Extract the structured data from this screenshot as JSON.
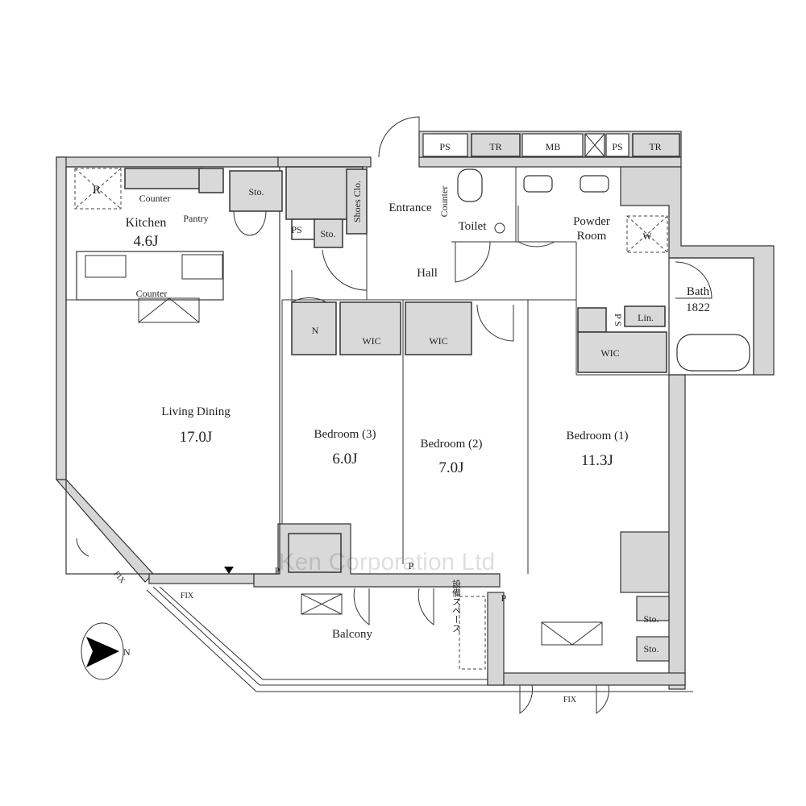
{
  "plan": {
    "rooms": {
      "kitchen": {
        "name": "Kitchen",
        "size": "4.6J"
      },
      "living_dining": {
        "name": "Living Dining",
        "size": "17.0J"
      },
      "bedroom3": {
        "name": "Bedroom (3)",
        "size": "6.0J"
      },
      "bedroom2": {
        "name": "Bedroom (2)",
        "size": "7.0J"
      },
      "bedroom1": {
        "name": "Bedroom (1)",
        "size": "11.3J"
      },
      "entrance": "Entrance",
      "hall": "Hall",
      "toilet": "Toilet",
      "powder_room_1": "Powder",
      "powder_room_2": "Room",
      "bath": "Bath",
      "bath_size": "1822",
      "balcony": "Balcony"
    },
    "fixtures": {
      "refrigerator": "R",
      "counter_top": "Counter",
      "counter_kitchen": "Counter",
      "counter_entrance": "Counter",
      "pantry": "Pantry",
      "storage_kitchen": "Sto.",
      "ps_kitchen": "PS",
      "storage_hall": "Sto.",
      "shoes_closet": "Shoes Clo.",
      "niche": "N",
      "wic_bed3": "WIC",
      "wic_bed2": "WIC",
      "wic_bed1": "WIC",
      "ps_top_1": "PS",
      "tr_top_1": "TR",
      "mb_top": "MB",
      "ps_top_2": "PS",
      "tr_top_2": "TR",
      "washer": "W",
      "ps_bath": "P S",
      "linen": "Lin.",
      "p_1": "P",
      "p_2": "P",
      "p_3": "P",
      "fix_1": "FIX",
      "fix_2": "FIX",
      "fix_3": "FIX",
      "equipment_space": "設備スペース",
      "storage_bed1_a": "Sto.",
      "storage_bed1_b": "Sto."
    },
    "compass_label": "N",
    "watermark": "Ken Corporation Ltd"
  }
}
